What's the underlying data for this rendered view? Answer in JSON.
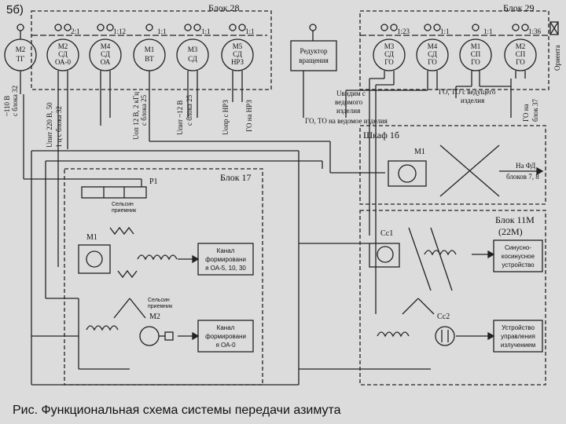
{
  "figure_label": "5б)",
  "caption": "Рис. Функциональная схема системы передачи азимута",
  "blocks": {
    "b28": "Блок 28",
    "b29": "Блок 29",
    "b17": "Блок 17",
    "shkaf": "Шкаф 1б",
    "b11m_1": "Блок 11М",
    "b11m_2": "(22М)"
  },
  "motors": [
    {
      "id": "m2tg",
      "l1": "М2",
      "l2": "ТГ",
      "l3": ""
    },
    {
      "id": "m2sd",
      "l1": "М2",
      "l2": "СД",
      "l3": "ОА-0"
    },
    {
      "id": "m4sd",
      "l1": "М4",
      "l2": "СД",
      "l3": "ОА"
    },
    {
      "id": "m1vt",
      "l1": "М1",
      "l2": "ВТ",
      "l3": ""
    },
    {
      "id": "m3sd",
      "l1": "М3",
      "l2": "СД",
      "l3": ""
    },
    {
      "id": "m5sd",
      "l1": "М5",
      "l2": "СД",
      "l3": "НРЗ"
    },
    {
      "id": "m3sdgo",
      "l1": "М3",
      "l2": "СД",
      "l3": "ГО"
    },
    {
      "id": "m4sdgo",
      "l1": "М4",
      "l2": "СД",
      "l3": "ГО"
    },
    {
      "id": "m1sp",
      "l1": "М1",
      "l2": "СП",
      "l3": "ГО"
    },
    {
      "id": "m2sp",
      "l1": "М2",
      "l2": "СП",
      "l3": "ГО"
    }
  ],
  "ratios": {
    "r1": "2:1",
    "r2": "1:12",
    "r3": "1:1",
    "r4": "1:1",
    "r5": "1:1",
    "r6": "1:23",
    "r7": "1:1",
    "r8": "1:1",
    "r9": "1:36"
  },
  "reductor": {
    "l1": "Редуктор",
    "l2": "вращения"
  },
  "orient": "Ориента",
  "wire_labels": {
    "w1a": "~110 В",
    "w1b": "с блока 32",
    "w2a": "Uпит 220 В, 50",
    "w2b": "1 ц с блока 32",
    "w3a": "Uоп 12 В, 2 кГц",
    "w3b": "с блока 25",
    "w4a": "Uпит ~12 В",
    "w4b": "с блока 25",
    "w5a": "Uопр с НРЗ",
    "w6": "ГО на НРЗ",
    "w7a": "Uвидим с",
    "w7b": "ведомого",
    "w7c": "изделия",
    "w8": "ГО, ТО на  ведомое изделия",
    "w9a": "ГО, ТО с ведущего",
    "w9b": "изделия",
    "w10a": "ГО на",
    "w10b": "блок 37",
    "fd1": "На ФД",
    "fd2": "блоков 7, 8"
  },
  "labels": {
    "m1_shkaf": "М1",
    "p1": "Р1",
    "sels1": "Сельсин",
    "sels2": "приемник",
    "m1_17": "М1",
    "m2_17": "М2",
    "sels3": "Сельсин",
    "sels4": "приемник",
    "cc1": "Сс1",
    "cc2": "Сс2"
  },
  "boxes": {
    "kanal1": [
      "Канал",
      "формировани",
      "я ОА-5, 10, 30"
    ],
    "kanal2": [
      "Канал",
      "формировани",
      "я ОА-0"
    ],
    "sinus": [
      "Синусно-",
      "косинусное",
      "устройство"
    ],
    "ustr": [
      "Устройство",
      "управления",
      "излучением"
    ]
  }
}
